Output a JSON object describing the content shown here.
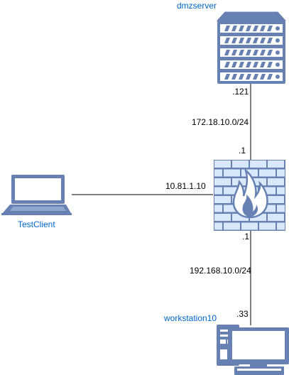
{
  "nodes": {
    "dmzserver": {
      "label": "dmzserver"
    },
    "firewall": {
      "label": ""
    },
    "testclient": {
      "label": "TestClient"
    },
    "workstation": {
      "label": "workstation10"
    }
  },
  "links": {
    "dmz": {
      "server_ip": ".121",
      "subnet": "172.18.10.0/24",
      "firewall_ip": ".1"
    },
    "client": {
      "ip": "10.81.1.10"
    },
    "internal": {
      "firewall_ip": ".1",
      "subnet": "192.168.10.0/24",
      "workstation_ip": ".33"
    }
  },
  "colors": {
    "icon_fill": "#dae8fc",
    "icon_stroke": "#6c8ebf",
    "device_blue": "#6881b3",
    "flame": "#ffffff",
    "label_blue": "#0066cc",
    "line": "#000000"
  }
}
